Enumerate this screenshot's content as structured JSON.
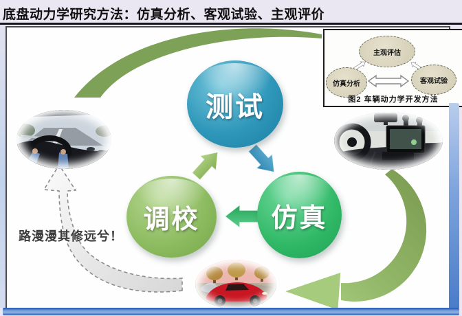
{
  "title": "底盘动力学研究方法：仿真分析、客观试验、主观评价",
  "cycle": {
    "nodes": [
      {
        "id": "test",
        "label": "测试",
        "color": "#2f97ba"
      },
      {
        "id": "simulation",
        "label": "仿真",
        "color": "#31b967"
      },
      {
        "id": "tuning",
        "label": "调校",
        "color": "#8cbb5f"
      }
    ],
    "arc_color": "#7da156",
    "arrow_head_color": "#a6cb7d",
    "dashed_arrow_color": "#8c8c8c"
  },
  "quote": "路漫漫其修远兮！",
  "inset": {
    "node_top": "主观评估",
    "node_left": "仿真分析",
    "node_right": "客观试验",
    "caption": "图2  车辆动力学开发方法"
  }
}
